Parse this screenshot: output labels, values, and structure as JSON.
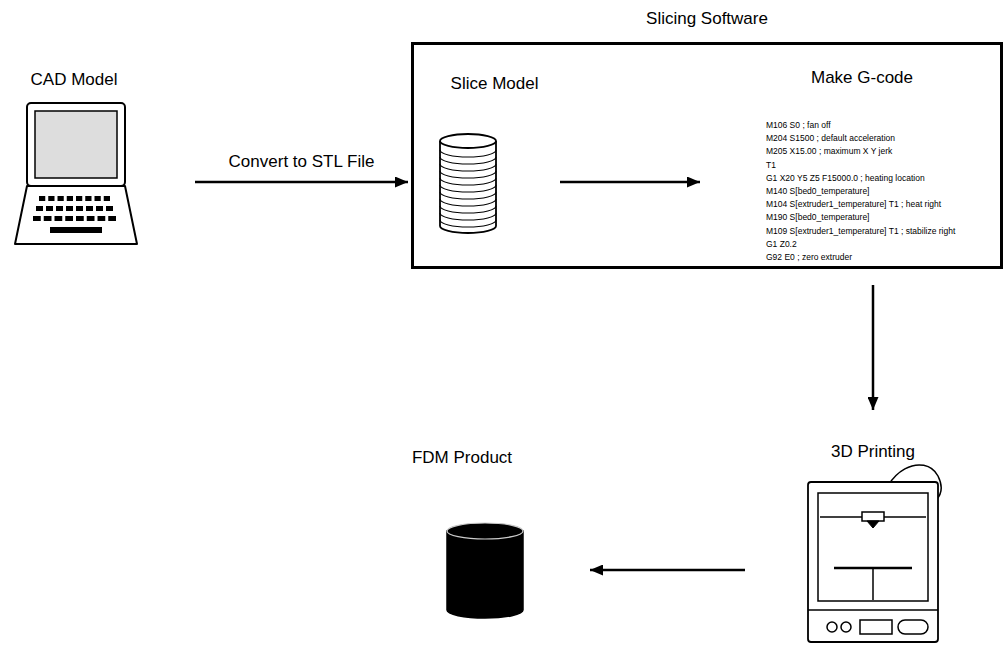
{
  "diagram": {
    "nodes": [
      {
        "text": [
          "CAD Model"
        ]
      },
      {
        "text": [
          "Slicing Software"
        ]
      },
      {
        "text": [
          "Slice Model"
        ],
        "in": 1
      },
      {
        "text": [
          "Make G-code"
        ],
        "in": 1
      },
      {
        "text": [
          "3D Printing"
        ]
      },
      {
        "text": [
          "FDM Product"
        ]
      }
    ],
    "edges": [
      {
        "from": 0,
        "to": 1,
        "label": "Convert to STL File",
        "arrow": "to"
      },
      {
        "from": 2,
        "to": 3,
        "arrow": "to"
      },
      {
        "from": 1,
        "to": 4,
        "arrow": "to"
      },
      {
        "from": 4,
        "to": 5,
        "arrow": "to"
      }
    ],
    "labels": [
      "M106 S0 ; fan off",
      "M204 S1500 ; default acceleration",
      "M205 X15.00 ; maximum X Y jerk",
      "T1",
      "G1 X20 Y5 Z5 F15000.0 ; heating location",
      "M140 S[bed0_temperature]",
      "M104 S[extruder1_temperature] T1 ; heat right",
      "M190 S[bed0_temperature]",
      "M109 S[extruder1_temperature] T1 ; stabilize right",
      "G1 Z0.2",
      "G92 E0 ; zero extruder"
    ]
  }
}
